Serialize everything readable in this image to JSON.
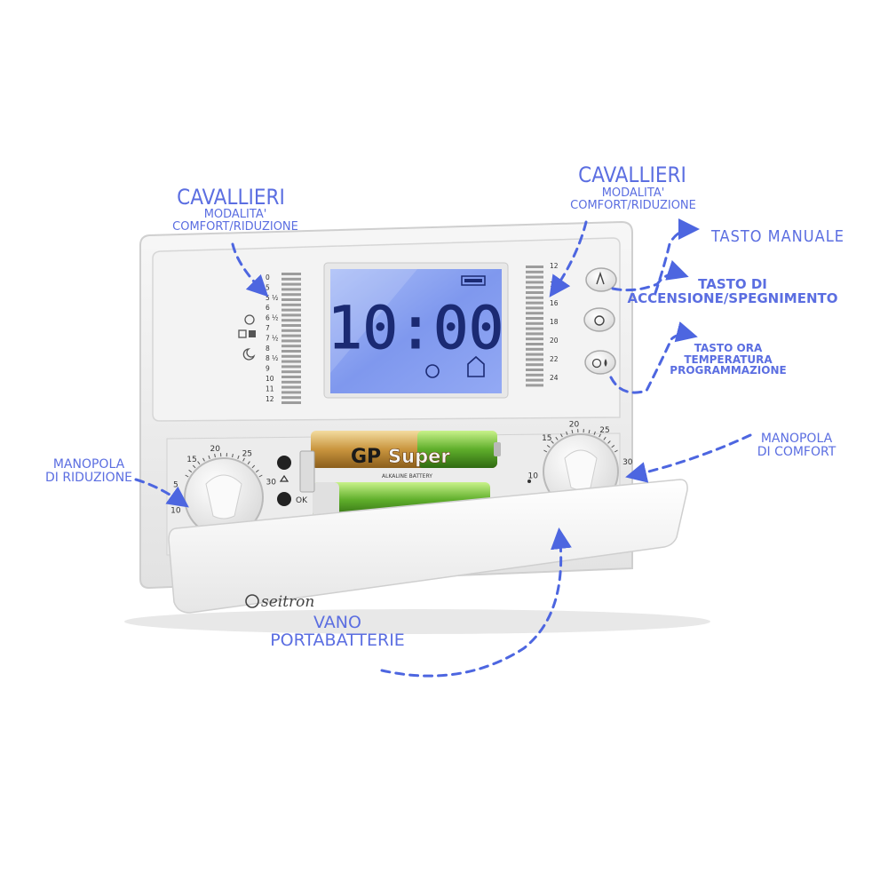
{
  "device": {
    "display_time": "10:00",
    "brand": "seitron",
    "battery_brand": "GP",
    "battery_model": "Super",
    "battery_small": "ALKALINE BATTERY",
    "left_scale": [
      "0",
      "5",
      "5 ½",
      "6",
      "6 ½",
      "7",
      "7 ½",
      "8",
      "8 ½",
      "9",
      "10",
      "11",
      "12"
    ],
    "right_scale": [
      "12",
      "14",
      "16",
      "18",
      "20",
      "22",
      "24"
    ],
    "dial_left_marks": [
      "15",
      "20",
      "25",
      "30",
      "10",
      "5"
    ],
    "dial_right_marks": [
      "15",
      "20",
      "25",
      "30",
      "10"
    ],
    "button_labels": [
      "OK"
    ]
  },
  "annotations": {
    "cavallieri_left": {
      "title": "CAVALLIERI",
      "line1": "MODALITA'",
      "line2": "COMFORT/RIDUZIONE"
    },
    "cavallieri_right": {
      "title": "CAVALLIERI",
      "line1": "MODALITA'",
      "line2": "COMFORT/RIDUZIONE"
    },
    "tasto_manuale": "TASTO MANUALE",
    "tasto_accensione": {
      "line1": "TASTO DI",
      "line2": "ACCENSIONE/SPEGNIMENTO"
    },
    "tasto_ora": {
      "line1": "TASTO ORA",
      "line2": "TEMPERATURA",
      "line3": "PROGRAMMAZIONE"
    },
    "manopola_riduzione": {
      "line1": "MANOPOLA",
      "line2": "DI RIDUZIONE"
    },
    "manopola_comfort": {
      "line1": "MANOPOLA",
      "line2": "DI COMFORT"
    },
    "vano": {
      "line1": "VANO",
      "line2": "PORTABATTERIE"
    }
  },
  "colors": {
    "annotation": "#5b6ee1",
    "arrow": "#4d66e0",
    "lcd": "#8fa6f0",
    "device_body": "#eeeeee"
  }
}
